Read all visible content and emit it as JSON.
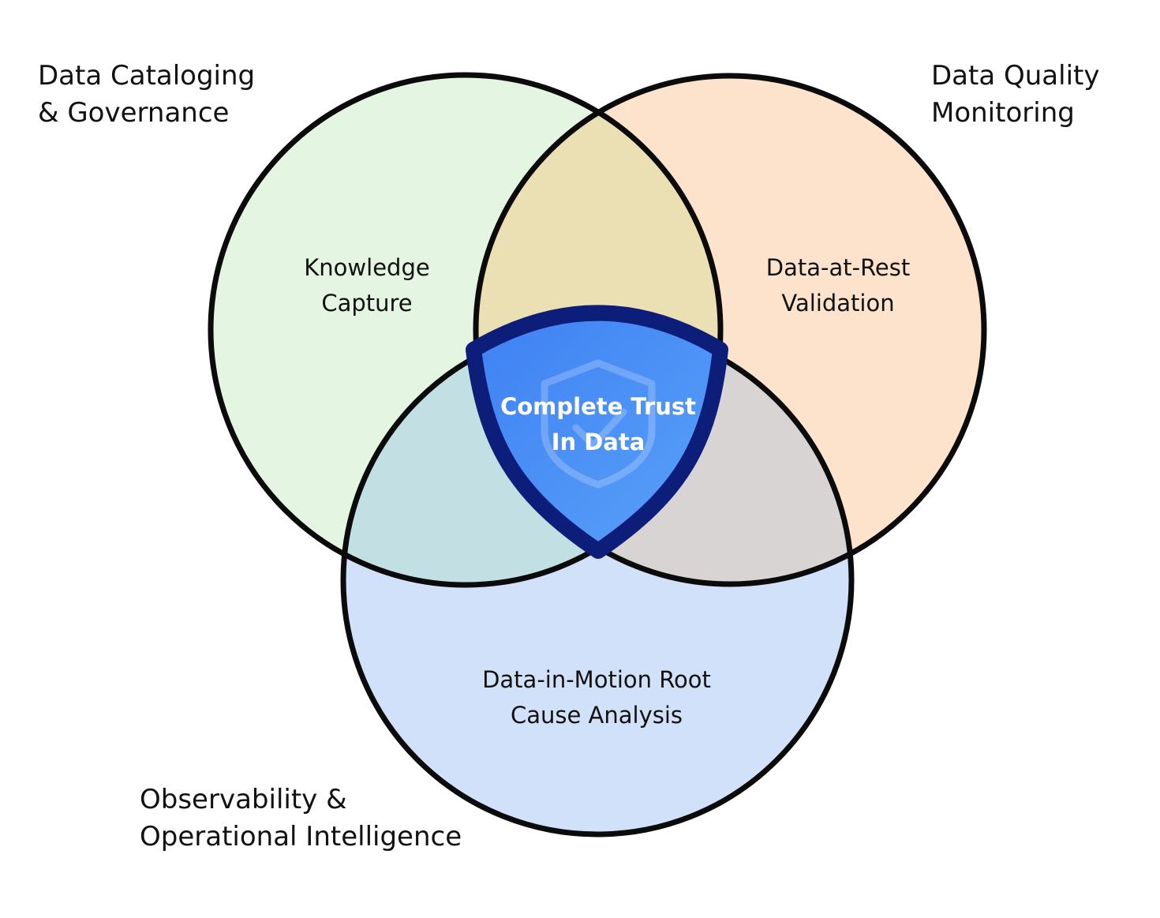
{
  "diagram": {
    "sets": [
      {
        "id": "catalog",
        "title_lines": [
          "Data Cataloging",
          "& Governance"
        ],
        "inner_lines": [
          "Knowledge",
          "Capture"
        ],
        "color": "#e4f5e1"
      },
      {
        "id": "quality",
        "title_lines": [
          "Data Quality",
          "Monitoring"
        ],
        "inner_lines": [
          "Data-at-Rest",
          "Validation"
        ],
        "color": "#fde3cc"
      },
      {
        "id": "observability",
        "title_lines": [
          "Observability &",
          "Operational Intelligence"
        ],
        "inner_lines": [
          "Data-in-Motion Root",
          "Cause Analysis"
        ],
        "color": "#d1e1f9"
      }
    ],
    "overlap_colors": {
      "catalog_quality": "#ebe0b3",
      "catalog_observability": "#c2e0e4",
      "quality_observability": "#d9d4d4"
    },
    "outline_color": "#0b0b0b",
    "center": {
      "lines": [
        "Complete Trust",
        "In Data"
      ],
      "icon": "shield-check-icon",
      "fill_top": "#3e80f3",
      "fill_bottom": "#5aa2f8",
      "border_color": "#0d1d7a"
    }
  }
}
